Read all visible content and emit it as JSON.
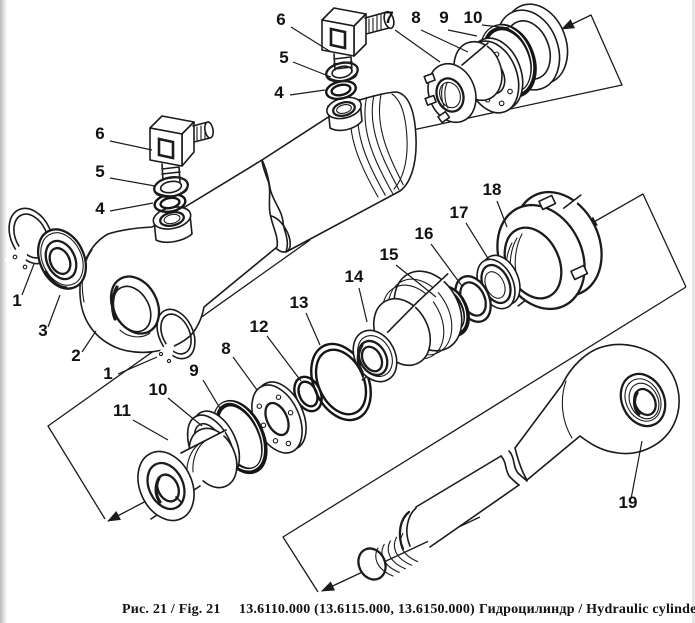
{
  "figure": {
    "kind": "exploded-parts-diagram",
    "ink_color": "#1b1b1b",
    "paper_color": "#ffffff"
  },
  "caption": {
    "fig": "Рис. 21 / Fig. 21",
    "code": "13.6110.000 (13.6115.000, 13.6150.000)",
    "title": "Гидроцилиндр / Hydraulic cylinder"
  },
  "callouts": [
    {
      "text": "6"
    },
    {
      "text": "5"
    },
    {
      "text": "4"
    },
    {
      "text": "7"
    },
    {
      "text": "8"
    },
    {
      "text": "9"
    },
    {
      "text": "10"
    },
    {
      "text": "6"
    },
    {
      "text": "5"
    },
    {
      "text": "4"
    },
    {
      "text": "1"
    },
    {
      "text": "3"
    },
    {
      "text": "2"
    },
    {
      "text": "1"
    },
    {
      "text": "11"
    },
    {
      "text": "10"
    },
    {
      "text": "9"
    },
    {
      "text": "8"
    },
    {
      "text": "12"
    },
    {
      "text": "13"
    },
    {
      "text": "14"
    },
    {
      "text": "15"
    },
    {
      "text": "16"
    },
    {
      "text": "17"
    },
    {
      "text": "18"
    },
    {
      "text": "19"
    }
  ]
}
